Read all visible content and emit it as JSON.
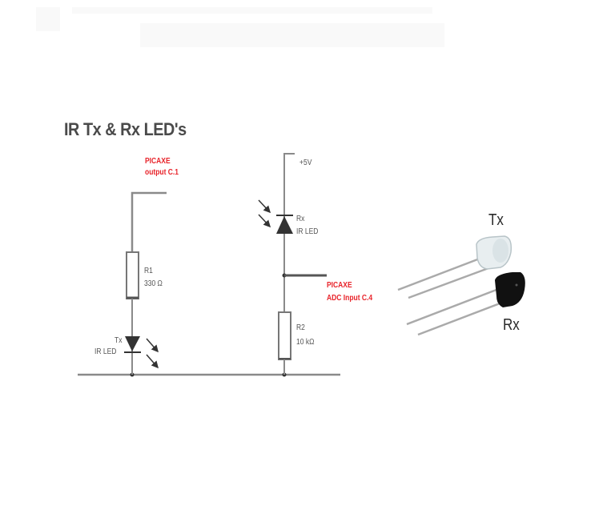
{
  "title": "IR Tx & Rx LED's",
  "tx_circuit": {
    "output_label_line1": "PICAXE",
    "output_label_line2": "output C.1",
    "resistor_name": "R1",
    "resistor_value": "330 Ω",
    "led_label_line1": "Tx",
    "led_label_line2": "IR LED"
  },
  "rx_circuit": {
    "supply_label": "+5V",
    "led_label_line1": "Rx",
    "led_label_line2": "IR LED",
    "adc_label_line1": "PICAXE",
    "adc_label_line2": "ADC Input C.4",
    "resistor_name": "R2",
    "resistor_value": "10 kΩ"
  },
  "photo": {
    "tx_label": "Tx",
    "rx_label": "Rx"
  },
  "colors": {
    "wire": "#8a8a8a",
    "accent_red": "#e8232a",
    "text": "#4a4a4a"
  }
}
